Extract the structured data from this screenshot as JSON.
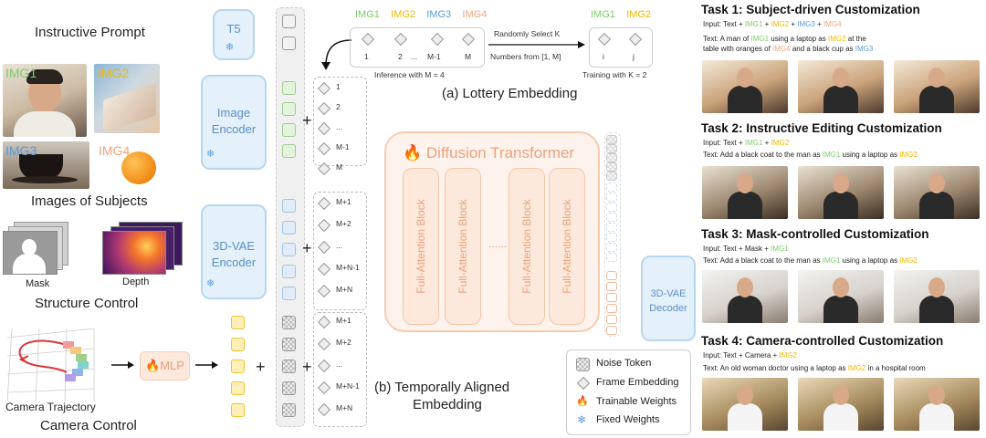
{
  "left": {
    "instructive_prompt": "Instructive Prompt",
    "img1": "IMG1",
    "img2": "IMG2",
    "img3": "IMG3",
    "img4": "IMG4",
    "images_of_subjects": "Images of Subjects",
    "mask": "Mask",
    "depth": "Depth",
    "structure_control": "Structure Control",
    "camera_trajectory": "Camera Trajectory",
    "camera_control": "Camera Control",
    "mlp": "MLP"
  },
  "encoders": {
    "t5": "T5",
    "image_encoder_1": "Image",
    "image_encoder_2": "Encoder",
    "vae_encoder_1": "3D-VAE",
    "vae_encoder_2": "Encoder",
    "vae_decoder_1": "3D-VAE",
    "vae_decoder_2": "Decoder"
  },
  "lottery": {
    "header_img1": "IMG1",
    "header_img2": "IMG2",
    "header_img3": "IMG3",
    "header_img4": "IMG4",
    "idx": [
      "1",
      "2",
      "...",
      "M-1",
      "M"
    ],
    "randomly_select": "Randomly Select K",
    "numbers_from": "Numbers from [1, M]",
    "sel_img1": "IMG1",
    "sel_img2": "IMG2",
    "sel_i": "i",
    "sel_j": "j",
    "inference": "Inference with M = 4",
    "training": "Training with K = 2",
    "title": "(a) Lottery Embedding"
  },
  "embed_lists": {
    "list1": [
      "1",
      "2",
      "...",
      "M-1",
      "M"
    ],
    "list2": [
      "M+1",
      "M+2",
      "...",
      "M+N-1",
      "M+N"
    ],
    "list3": [
      "M+1",
      "M+2",
      "...",
      "M+N-1",
      "M+N"
    ]
  },
  "diffusion": {
    "title": "Diffusion Transformer",
    "block": "Full-Attention Block",
    "dots": "......"
  },
  "temporal": {
    "title_1": "(b) Temporally Aligned",
    "title_2": "Embedding"
  },
  "legend": {
    "noise": "Noise Token",
    "frame": "Frame Embedding",
    "trainable": "Trainable Weights",
    "fixed": "Fixed Weights"
  },
  "tasks": {
    "t1_title": "Task 1: Subject-driven Customization",
    "t1_input": [
      "Input: Text + ",
      "IMG1",
      " + ",
      "IMG2",
      " + ",
      "IMG3",
      " + ",
      "IMG4"
    ],
    "t1_text_a": [
      "Text: A man of ",
      "IMG1",
      " using a laptop as ",
      "IMG2",
      " at the"
    ],
    "t1_text_b": [
      "table with oranges of ",
      "IMG4",
      " and a black cup as ",
      "IMG3"
    ],
    "t2_title": "Task 2: Instructive Editing Customization",
    "t2_input": [
      "Input: Text + ",
      "IMG1",
      " + ",
      "IMG2"
    ],
    "t2_text": [
      "Text: Add a black coat to the man as ",
      "IMG1",
      " using a laptop as ",
      "IMG2"
    ],
    "t3_title": "Task 3: Mask-controlled Customization",
    "t3_input": [
      "Input: Text + Mask + ",
      "IMG1"
    ],
    "t3_text": [
      "Text: Add a black coat to the man as ",
      "IMG1",
      " using a laptop as ",
      "IMG2"
    ],
    "t4_title": "Task 4: Camera-controlled Customization",
    "t4_input": [
      "Input: Text + Camera + ",
      "IMG2"
    ],
    "t4_text": [
      "Text: An old woman doctor using a laptop as ",
      "IMG2",
      " in a hospital room"
    ]
  },
  "colors": {
    "green": "#7fcb6b",
    "yellow": "#f2b700",
    "blue": "#5b9bd5",
    "orange": "#f0a37a"
  }
}
